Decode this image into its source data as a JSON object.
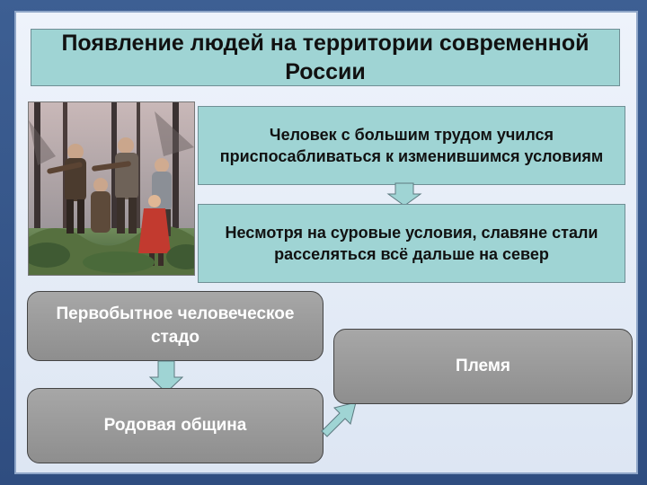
{
  "title": "Появление людей на территории современной России",
  "image": {
    "description_icon": "primitive-people-forest-illustration"
  },
  "notes": [
    "Человек с большим трудом учился приспосабливаться к изменившимся условиям",
    "Несмотря на суровые условия, славяне стали расселяться всё дальше на север"
  ],
  "stages": {
    "herd": "Первобытное человеческое стадо",
    "clan": "Родовая община",
    "tribe": "Племя"
  },
  "colors": {
    "teal_box": "#9fd4d4",
    "gray_box": "#999999",
    "frame": "#3d5f93"
  }
}
